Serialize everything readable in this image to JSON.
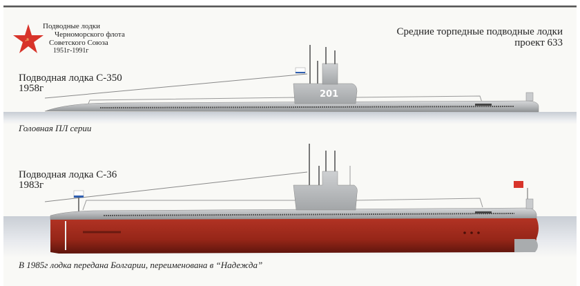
{
  "header": {
    "series_lines": [
      "Подводные лодки",
      "Черноморского флота",
      "Советского Союза",
      "1951г-1991г"
    ],
    "title_line1": "Средние торпедные подводные лодки",
    "title_line2": "проект 633"
  },
  "boats": [
    {
      "name": "Подводная лодка С-350",
      "year": "1958г",
      "hull_number": "201",
      "caption": "Головная ПЛ серии",
      "hull_color": "#b9bbbd"
    },
    {
      "name": "Подводная лодка С-36",
      "year": "1983г",
      "caption": "В 1985г лодка передана Болгарии, переименована в “Надежда”",
      "hull_color": "#b9bbbd",
      "underwater_color": "#9c2a1e"
    }
  ],
  "colors": {
    "star": "#d8342a",
    "ensign_red": "#d8342a",
    "ensign_blue": "#2f5fb0"
  }
}
